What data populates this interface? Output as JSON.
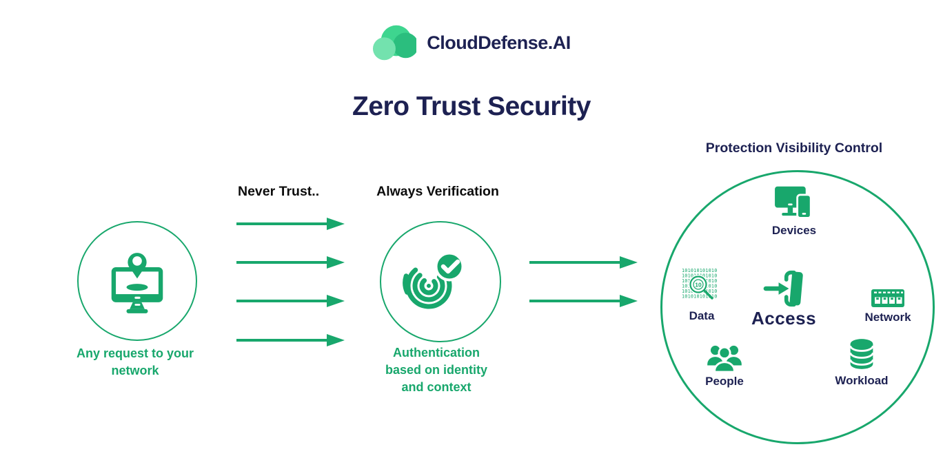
{
  "colors": {
    "green": "#18a76c",
    "navy": "#1d2152",
    "black": "#0c0c0c",
    "logo_main_green": "#3ed58f",
    "logo_dark_green": "#2bbe7e",
    "logo_light_green": "#73e2ae"
  },
  "logo": {
    "brand": "CloudDefense.AI",
    "icon": "cloud-logo-icon"
  },
  "title": "Zero Trust Security",
  "flow": {
    "never_trust": "Never Trust..",
    "always_verification": "Always Verification",
    "request_node": {
      "icon": "monitor-location-pin-icon",
      "caption_lines": [
        "Any request to your",
        "network"
      ]
    },
    "verify_node": {
      "icon": "fingerprint-check-icon",
      "caption_lines": [
        "Authentication",
        "based on identity",
        "and context"
      ]
    },
    "left_arrows_count": 4,
    "right_arrows_count": 2
  },
  "protection": {
    "title": "Protection Visibility Control",
    "items": [
      {
        "id": "devices",
        "label": "Devices",
        "icon": "devices-icon"
      },
      {
        "id": "data",
        "label": "Data",
        "icon": "data-magnifier-icon"
      },
      {
        "id": "access",
        "label": "Access",
        "icon": "door-login-icon"
      },
      {
        "id": "network",
        "label": "Network",
        "icon": "network-switch-icon"
      },
      {
        "id": "people",
        "label": "People",
        "icon": "people-group-icon"
      },
      {
        "id": "workload",
        "label": "Workload",
        "icon": "database-stack-icon"
      }
    ],
    "data_icon": {
      "binary_row": "101010101010",
      "magnifier_text": "10"
    }
  }
}
